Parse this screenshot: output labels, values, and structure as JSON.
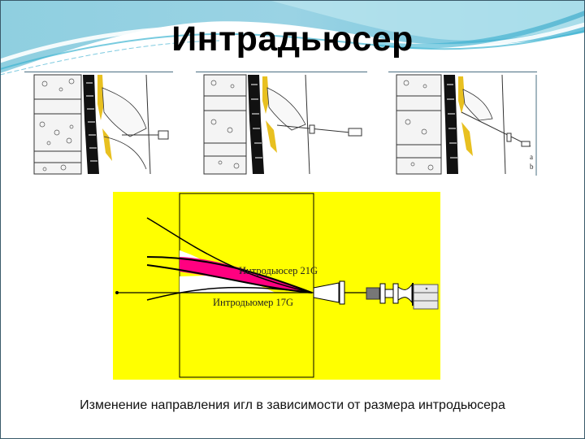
{
  "slide": {
    "title": "Интрадьюсер",
    "caption": "Изменение направления игл в зависимости от размера интродьюсера"
  },
  "illustrations": [
    {
      "name": "spine-needle-step-1",
      "description": "spinal cross-section with needle inserted"
    },
    {
      "name": "spine-needle-step-2",
      "description": "spinal cross-section with introducer and needle"
    },
    {
      "name": "spine-needle-step-3",
      "description": "spinal cross-section with needle, labels a/b"
    }
  ],
  "illustration_labels": {
    "a": "a",
    "b": "b"
  },
  "diagram": {
    "background": "#ffff00",
    "accent": "#ff0080",
    "labels": {
      "introducer_21g": "Интродьюсер 21G",
      "introducer_17g": "Интродьюмер 17G"
    }
  },
  "colors": {
    "header_light": "#bfe6f0",
    "header_mid": "#5fc0da",
    "header_dark": "#2a8fb5",
    "frame": "#3a5a6a"
  }
}
